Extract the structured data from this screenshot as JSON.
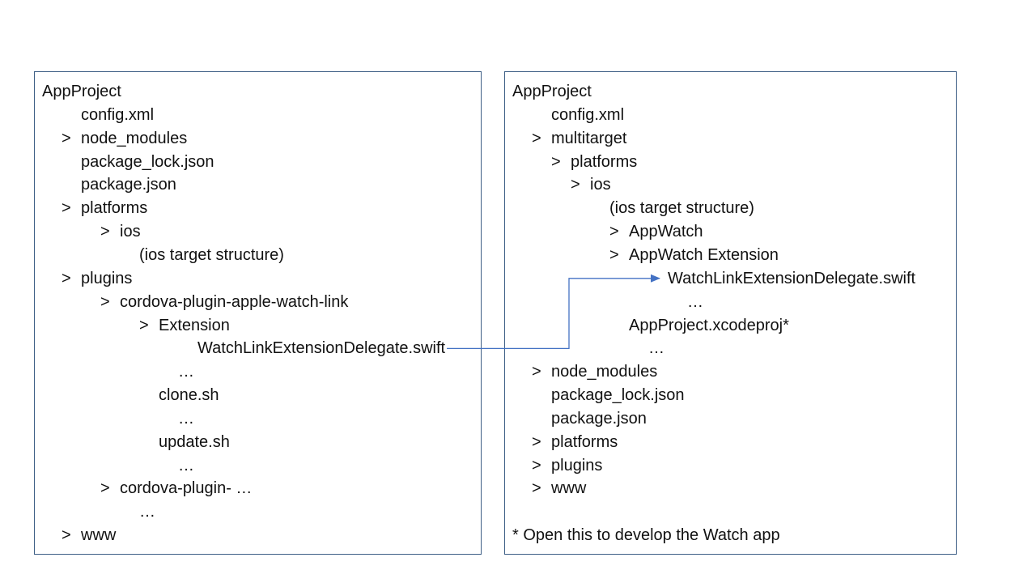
{
  "colors": {
    "border": "#3e5f86",
    "connector": "#4472c4",
    "text": "#111111"
  },
  "expand_marker": ">",
  "left_tree": [
    {
      "text": "AppProject",
      "level": 0,
      "expandable": false
    },
    {
      "text": "config.xml",
      "level": 1,
      "expandable": false
    },
    {
      "text": "node_modules",
      "level": 1,
      "expandable": true
    },
    {
      "text": "package_lock.json",
      "level": 1,
      "expandable": false
    },
    {
      "text": "package.json",
      "level": 1,
      "expandable": false
    },
    {
      "text": "platforms",
      "level": 1,
      "expandable": true
    },
    {
      "text": "ios",
      "level": 2,
      "expandable": true
    },
    {
      "text": "(ios target structure)",
      "level": 2.5,
      "expandable": false
    },
    {
      "text": "plugins",
      "level": 1,
      "expandable": true
    },
    {
      "text": "cordova-plugin-apple-watch-link",
      "level": 2,
      "expandable": true
    },
    {
      "text": "Extension",
      "level": 3,
      "expandable": true
    },
    {
      "text": "WatchLinkExtensionDelegate.swift",
      "level": 4,
      "expandable": false,
      "link_source": true
    },
    {
      "text": "…",
      "level": 3.5,
      "expandable": false
    },
    {
      "text": "clone.sh",
      "level": 3,
      "expandable": false
    },
    {
      "text": "…",
      "level": 3.5,
      "expandable": false
    },
    {
      "text": "update.sh",
      "level": 3,
      "expandable": false
    },
    {
      "text": "…",
      "level": 3.5,
      "expandable": false
    },
    {
      "text": "cordova-plugin- …",
      "level": 2,
      "expandable": true
    },
    {
      "text": "…",
      "level": 2.5,
      "expandable": false
    },
    {
      "text": "www",
      "level": 1,
      "expandable": true
    }
  ],
  "right_tree": [
    {
      "text": "AppProject",
      "level": 0,
      "expandable": false
    },
    {
      "text": "config.xml",
      "level": 1,
      "expandable": false
    },
    {
      "text": "multitarget",
      "level": 1,
      "expandable": true
    },
    {
      "text": "platforms",
      "level": 1.5,
      "expandable": true
    },
    {
      "text": "ios",
      "level": 2,
      "expandable": true
    },
    {
      "text": "(ios target structure)",
      "level": 2.5,
      "expandable": false
    },
    {
      "text": "AppWatch",
      "level": 3,
      "expandable": true
    },
    {
      "text": "AppWatch Extension",
      "level": 3,
      "expandable": true
    },
    {
      "text": "WatchLinkExtensionDelegate.swift",
      "level": 4,
      "expandable": false,
      "link_target": true
    },
    {
      "text": "…",
      "level": 4.5,
      "expandable": false
    },
    {
      "text": "AppProject.xcodeproj*",
      "level": 3,
      "expandable": false
    },
    {
      "text": "…",
      "level": 3.5,
      "expandable": false
    },
    {
      "text": "node_modules",
      "level": 1,
      "expandable": true
    },
    {
      "text": "package_lock.json",
      "level": 1,
      "expandable": false
    },
    {
      "text": "package.json",
      "level": 1,
      "expandable": false
    },
    {
      "text": "platforms",
      "level": 1,
      "expandable": true
    },
    {
      "text": "plugins",
      "level": 1,
      "expandable": true
    },
    {
      "text": "www",
      "level": 1,
      "expandable": true
    },
    {
      "text": "",
      "level": 0,
      "expandable": false
    },
    {
      "text": "* Open this to develop the Watch app",
      "level": 0,
      "expandable": false
    }
  ]
}
